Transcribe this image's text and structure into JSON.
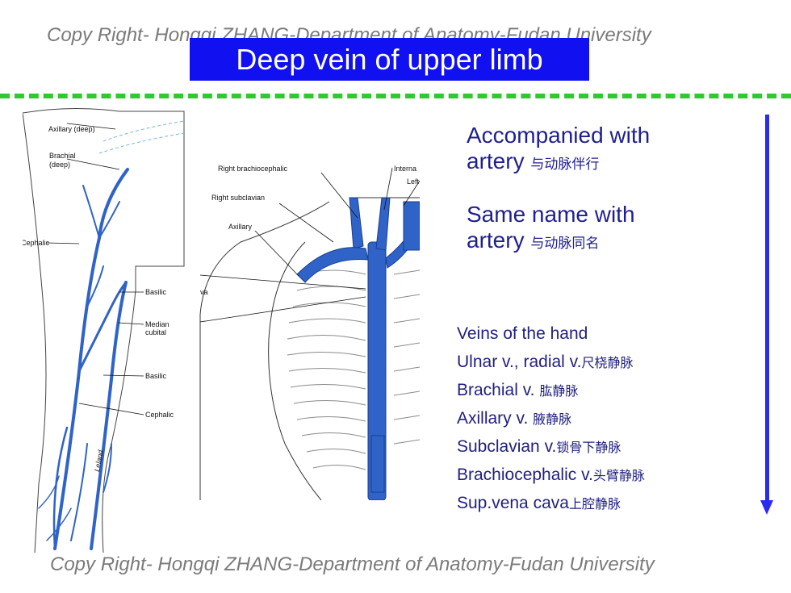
{
  "header": {
    "copyright": "Copy Right- Hongqi ZHANG-Department of Anatomy-Fudan University",
    "title": "Deep vein of upper limb"
  },
  "figure_left": {
    "labels": {
      "axillary": "Axillary (deep)",
      "brachial_line1": "Brachial",
      "brachial_line2": "(deep)",
      "cephalic_upper": "Cephalic",
      "basilic_upper": "Basilic",
      "median_line1": "Median",
      "median_line2": "cubital",
      "basilic_lower": "Basilic",
      "cephalic_lower": "Cephalic",
      "signature": "Leland"
    }
  },
  "figure_right": {
    "labels": {
      "right_brachiocephalic": "Right brachiocephalic",
      "internal": "Interna",
      "left": "Left",
      "right_subclavian": "Right subclavian",
      "axillary": "Axillary",
      "va": "va"
    }
  },
  "notes": [
    {
      "en_line1": "Accompanied with",
      "en_line2": "artery",
      "cn": "与动脉伴行"
    },
    {
      "en_line1": "Same name with",
      "en_line2": "artery",
      "cn": "与动脉同名"
    }
  ],
  "vein_list": [
    {
      "en": "Veins of the hand",
      "cn": ""
    },
    {
      "en": "Ulnar v., radial v.",
      "cn": "尺桡静脉"
    },
    {
      "en": "Brachial v. ",
      "cn": "肱静脉"
    },
    {
      "en": "Axillary v. ",
      "cn": "腋静脉"
    },
    {
      "en": "Subclavian v.",
      "cn": "锁骨下静脉"
    },
    {
      "en": "Brachiocephalic v.",
      "cn": "头臂静脉"
    },
    {
      "en": "Sup.vena cava",
      "cn": "上腔静脉"
    }
  ],
  "footer": {
    "copyright": "Copy Right- Hongqi ZHANG-Department of Anatomy-Fudan University"
  },
  "colors": {
    "title_bg": "#1010f0",
    "dash": "#2fc92f",
    "vein": "#2f63c8",
    "arrow": "#2b2bf0",
    "text_blue": "#1f1f8f"
  }
}
